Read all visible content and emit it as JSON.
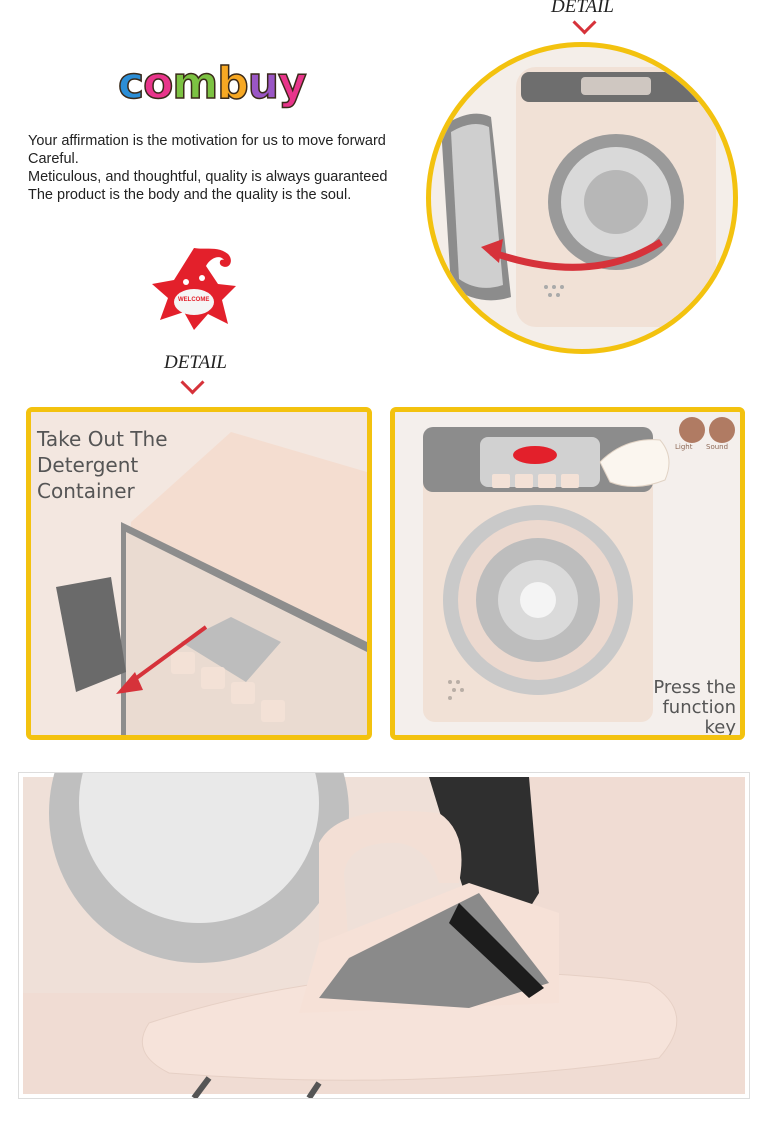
{
  "header_detail": {
    "label": "DETAIL"
  },
  "brand": {
    "logo_letters": [
      "c",
      "o",
      "m",
      "b",
      "u",
      "y"
    ],
    "logo_colors": [
      "#2c8ed6",
      "#e8358b",
      "#7cc242",
      "#f7a823",
      "#9a56c5",
      "#e8358b"
    ]
  },
  "tagline": {
    "lines": [
      "Your affirmation is the motivation for us to move forward",
      "Careful.",
      "Meticulous, and thoughtful, quality is always guaranteed",
      "The product is the body and the quality is the soul."
    ]
  },
  "mascot": {
    "badge": "WELCOME",
    "color": "#e3202b"
  },
  "middle_detail": {
    "label": "DETAIL"
  },
  "panel_left": {
    "lines": [
      "Take Out The",
      "Detergent",
      "Container"
    ]
  },
  "panel_right": {
    "icon_labels": [
      "Light",
      "Sound"
    ],
    "caption": [
      "Press the",
      "function",
      "key"
    ]
  },
  "colors": {
    "frame": "#f3c20f",
    "accent": "#d6323a",
    "product": "#f3e1d6"
  }
}
